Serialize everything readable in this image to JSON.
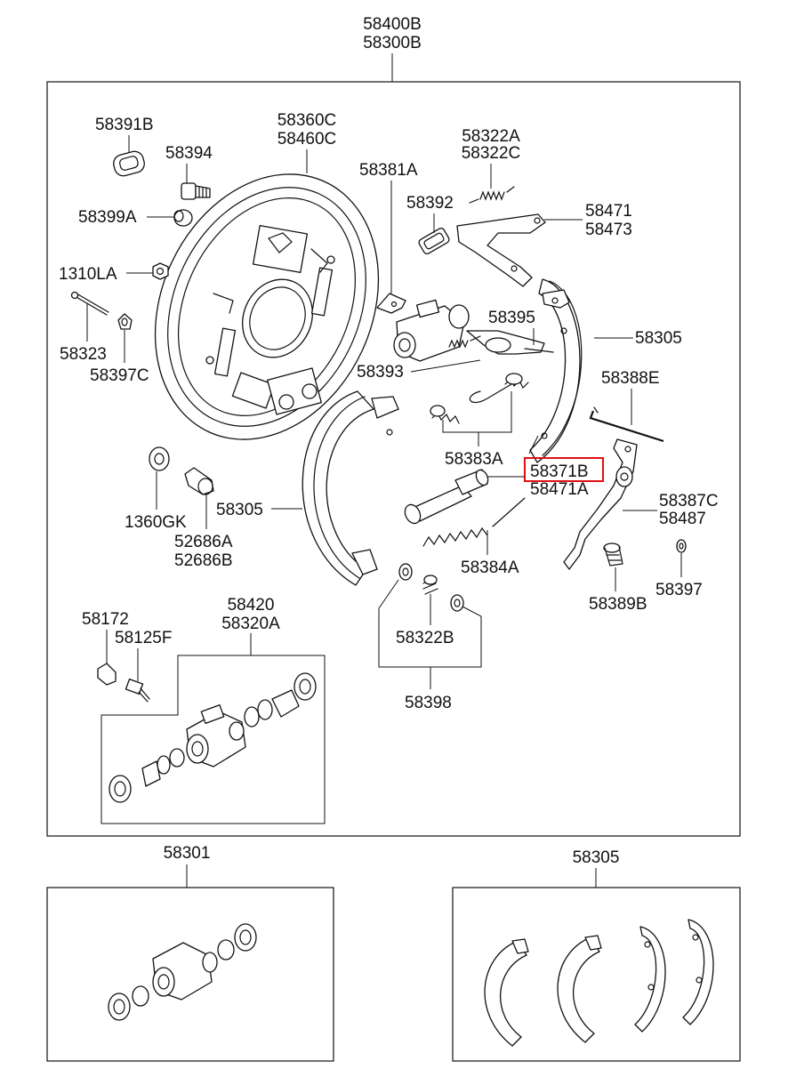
{
  "assembly": {
    "top_codes": [
      "58400B",
      "58300B"
    ]
  },
  "labels": {
    "backing_plate_codes": [
      "58360C",
      "58460C"
    ],
    "p58391B": "58391B",
    "p58394": "58394",
    "p58399A": "58399A",
    "p1310LA": "1310LA",
    "p58323": "58323",
    "p58397C": "58397C",
    "p58381A": "58381A",
    "p58392": "58392",
    "spring_top_codes": [
      "58322A",
      "58322C"
    ],
    "lever_codes": [
      "58471",
      "58473"
    ],
    "p58395": "58395",
    "p58305_right": "58305",
    "p58393": "58393",
    "p58388E": "58388E",
    "p58383A": "58383A",
    "p58371B": "58371B",
    "p58471A": "58471A",
    "p1360GK": "1360GK",
    "plug_codes": [
      "52686A",
      "52686B"
    ],
    "p58305_left": "58305",
    "adjuster_lever_codes": [
      "58387C",
      "58487"
    ],
    "p58384A": "58384A",
    "p58389B": "58389B",
    "p58397": "58397",
    "p58322B": "58322B",
    "p58398": "58398",
    "p58172": "58172",
    "p58125F": "58125F",
    "wheel_cyl_codes": [
      "58420",
      "58320A"
    ]
  },
  "kits": {
    "cylinder_kit": "58301",
    "shoe_kit": "58305"
  },
  "highlight": {
    "part": "58371B",
    "color": "#e01010"
  }
}
